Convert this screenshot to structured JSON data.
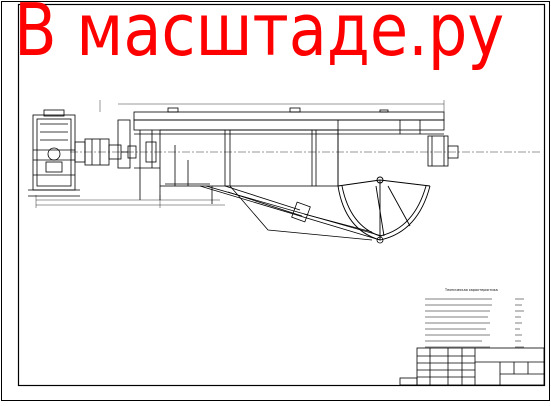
{
  "watermark": {
    "text": "В масштаде.ру",
    "color": "#ff0000"
  },
  "drawing": {
    "kind": "engineering-drawing",
    "subject": "gearbox-drive-with-conveyor-housing-and-lever-mechanism",
    "line_color": "#000000"
  },
  "spec_table": {
    "title": "Техническая характеристика",
    "rows_count": 10
  },
  "title_block": {
    "present": true
  }
}
